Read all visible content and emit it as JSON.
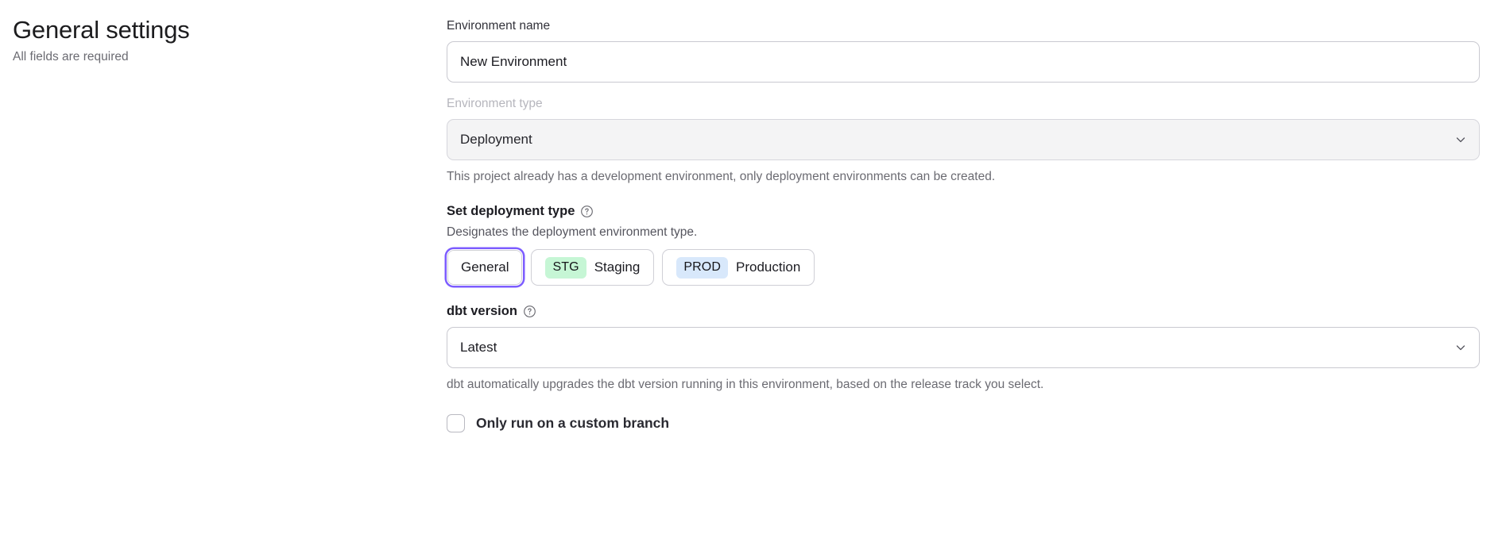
{
  "header": {
    "title": "General settings",
    "subtitle": "All fields are required"
  },
  "form": {
    "environment_name": {
      "label": "Environment name",
      "value": "New Environment",
      "placeholder": "New Environment"
    },
    "environment_type": {
      "label": "Environment type",
      "value": "Deployment",
      "disabled": true,
      "chevron_icon": "chevron-down-icon",
      "helper_text": "This project already has a development environment, only deployment environments can be created."
    },
    "deployment_type": {
      "label": "Set deployment type",
      "help_icon": "question-mark-circle-icon",
      "description": "Designates the deployment environment type.",
      "options": [
        {
          "label": "General",
          "badge": null,
          "badge_bg": null,
          "selected": true
        },
        {
          "label": "Staging",
          "badge": "STG",
          "badge_bg": "#c6f6d5",
          "selected": false
        },
        {
          "label": "Production",
          "badge": "PROD",
          "badge_bg": "#d8e8fb",
          "selected": false
        }
      ]
    },
    "dbt_version": {
      "label": "dbt version",
      "help_icon": "question-mark-circle-icon",
      "value": "Latest",
      "chevron_icon": "chevron-down-icon",
      "helper_text": "dbt automatically upgrades the dbt version running in this environment, based on the release track you select."
    },
    "custom_branch": {
      "label": "Only run on a custom branch",
      "checked": false
    }
  },
  "colors": {
    "focus_ring": "#7c5cff",
    "staging_badge": "#c6f6d5",
    "production_badge": "#d8e8fb",
    "border": "#c9c9d0",
    "disabled_bg": "#f4f4f5"
  }
}
